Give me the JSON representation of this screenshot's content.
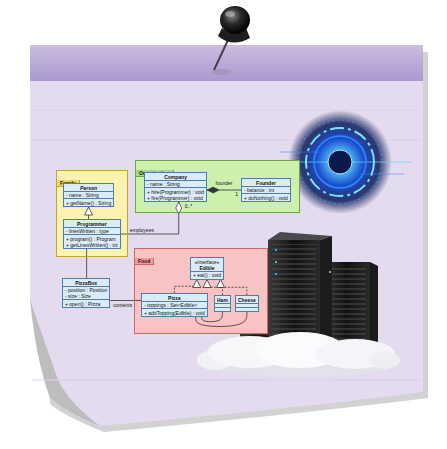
{
  "diagram": {
    "nodes": [
      {
        "text": [
          "Family"
        ]
      },
      {
        "text": [
          "Person",
          "- name : String",
          "+ getName() : String"
        ],
        "in": 0
      },
      {
        "text": [
          "Programmer",
          "- linesWritten : type",
          "+ program() : Program",
          "+ getLinesWritten() : int"
        ],
        "in": 0
      },
      {
        "text": [
          "Organization"
        ]
      },
      {
        "text": [
          "Company",
          "- name : String",
          "+ hire(Programmer) : void",
          "+ fire(Programmer) : void"
        ],
        "in": 3
      },
      {
        "text": [
          "Founder",
          "- balance : int",
          "+ doNothing() : void"
        ],
        "in": 3
      },
      {
        "text": [
          "PizzaBox",
          "- position : Position",
          "- size : Size",
          "+ open() : Pizza"
        ]
      },
      {
        "text": [
          "Food"
        ]
      },
      {
        "text": [
          "«interface»",
          "Edible",
          "+ eat() : void"
        ],
        "in": 7
      },
      {
        "text": [
          "Pizza",
          "- toppings : Set<Edible>",
          "+ addTopping(Edible) : void"
        ],
        "in": 7
      },
      {
        "text": [
          "Ham"
        ],
        "in": 7
      },
      {
        "text": [
          "Cheese"
        ],
        "in": 7
      }
    ],
    "edges": [
      {
        "from": 2,
        "to": 1,
        "arrow": "to"
      },
      {
        "from": 5,
        "to": 4,
        "label": "founder",
        "arrow": "to"
      },
      {
        "from": 2,
        "to": 4,
        "label": "employees",
        "arrow": "to"
      },
      {
        "from": 2,
        "to": 6,
        "arrow": "none"
      },
      {
        "from": 6,
        "to": 9,
        "label": "contents",
        "arrow": "none"
      },
      {
        "from": 9,
        "to": 8,
        "arrow": "to"
      },
      {
        "from": 10,
        "to": 8,
        "arrow": "to"
      },
      {
        "from": 11,
        "to": 8,
        "arrow": "to"
      },
      {
        "from": 9,
        "to": 10,
        "arrow": "none"
      },
      {
        "from": 9,
        "to": 11,
        "arrow": "none"
      }
    ],
    "labels": [
      "1",
      "0..*"
    ]
  }
}
